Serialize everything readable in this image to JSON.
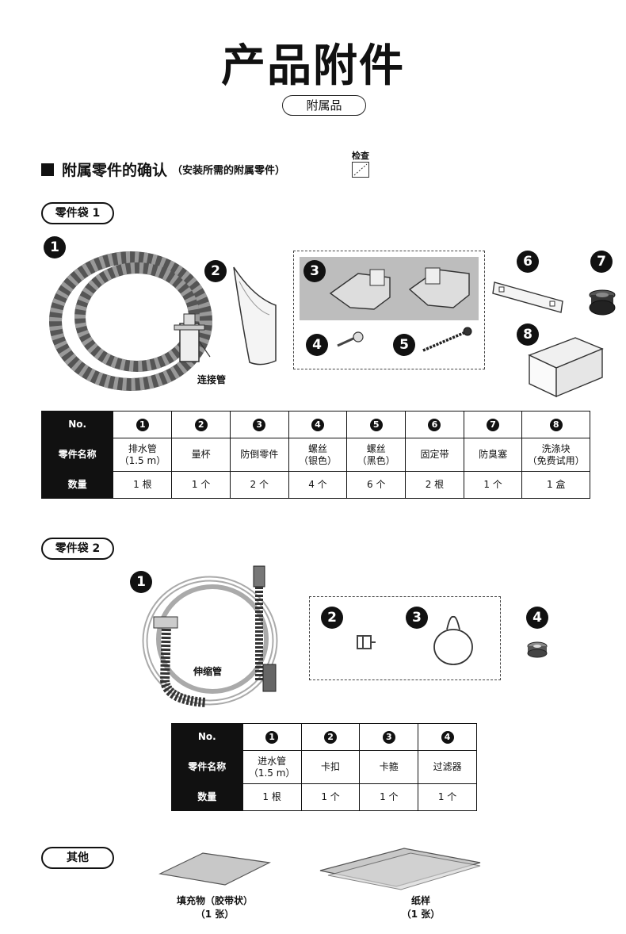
{
  "page_title": "产品附件",
  "subtitle": "附属品",
  "section": {
    "heading": "附属零件的确认",
    "note": "（安装所需的附属零件）",
    "check_label": "检查"
  },
  "bag1": {
    "label": "零件袋 1",
    "callouts": [
      "1",
      "2",
      "3",
      "4",
      "5",
      "6",
      "7",
      "8"
    ],
    "hose_label": "连接管",
    "table": {
      "row_labels": [
        "No.",
        "零件名称",
        "数量"
      ],
      "numbers": [
        "1",
        "2",
        "3",
        "4",
        "5",
        "6",
        "7",
        "8"
      ],
      "names": [
        [
          "排水管",
          "（1.5 m）"
        ],
        [
          "量杯",
          ""
        ],
        [
          "防倒零件",
          ""
        ],
        [
          "螺丝",
          "（银色）"
        ],
        [
          "螺丝",
          "（黑色）"
        ],
        [
          "固定带",
          ""
        ],
        [
          "防臭塞",
          ""
        ],
        [
          "洗涤块",
          "（免费试用）"
        ]
      ],
      "quantities": [
        "1 根",
        "1 个",
        "2 个",
        "4 个",
        "6 个",
        "2 根",
        "1 个",
        "1 盒"
      ]
    }
  },
  "bag2": {
    "label": "零件袋 2",
    "callouts": [
      "1",
      "2",
      "3",
      "4"
    ],
    "hose_label": "伸缩管",
    "table": {
      "row_labels": [
        "No.",
        "零件名称",
        "数量"
      ],
      "numbers": [
        "1",
        "2",
        "3",
        "4"
      ],
      "names": [
        [
          "进水管",
          "（1.5 m）"
        ],
        [
          "卡扣",
          ""
        ],
        [
          "卡箍",
          ""
        ],
        [
          "过滤器",
          ""
        ]
      ],
      "quantities": [
        "1 根",
        "1 个",
        "1 个",
        "1 个"
      ]
    }
  },
  "other": {
    "label": "其他",
    "items": [
      {
        "name": "填充物（胶带状）",
        "qty": "（1 张）"
      },
      {
        "name": "纸样",
        "qty": "（1 张）"
      }
    ]
  }
}
